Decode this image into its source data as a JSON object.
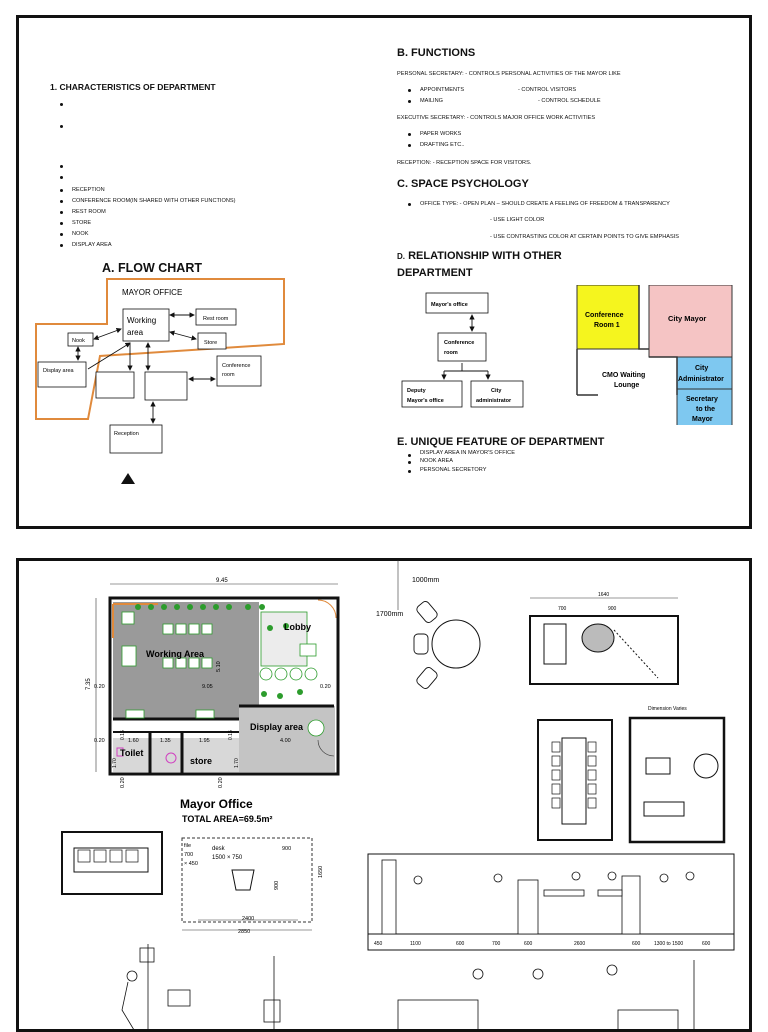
{
  "characteristics": {
    "title": "1. CHARACTERISTICS OF DEPARTMENT",
    "items": [
      "RECEPTION",
      "CONFERENCE ROOM(IN SHARED WITH OTHER FUNCTIONS)",
      "REST ROOM",
      "STORE",
      "NOOK",
      "DISPLAY AREA"
    ]
  },
  "flow_chart": {
    "title": "A. FLOW CHART",
    "boundary_label": "MAYOR OFFICE",
    "nodes": {
      "working_area_line1": "Working",
      "working_area_line2": "area",
      "rest_room": "Rest room",
      "store": "Store",
      "nook": "Nook",
      "display_area": "Display area",
      "conference_line1": "Conference",
      "conference_line2": "room",
      "reception": "Reception"
    },
    "colors": {
      "boundary": "#e08a3c"
    }
  },
  "functions": {
    "title": "B. FUNCTIONS",
    "personal_secretary": "PERSONAL SECRETARY: - CONTROLS PERSONAL ACTIVITIES OF THE MAYOR LIKE",
    "ps_items": [
      {
        "left": "APPOINTMENTS",
        "right": "- CONTROL VISITORS"
      },
      {
        "left": "MAILING",
        "right": "- CONTROL SCHEDULE"
      }
    ],
    "executive_secretary": "EXECUTIVE SECRETARY: - CONTROLS MAJOR OFFICE WORK ACTIVITIES",
    "es_items": [
      "PAPER WORKS",
      "DRAFTING ETC.."
    ],
    "reception": "RECEPTION: - RECEPTION SPACE FOR VISITORS."
  },
  "space_psychology": {
    "title": "C. SPACE PSYCHOLOGY",
    "item": "OFFICE TYPE: - OPEN PLAN – SHOULD CREATE A FEELING OF FREEDOM & TRANSPARENCY",
    "note1": "- USE LIGHT COLOR",
    "note2": "- USE CONTRASTING COLOR AT CERTAIN POINTS TO GIVE EMPHASIS"
  },
  "relationship": {
    "title_prefix": "D.",
    "title_line1": "RELATIONSHIP WITH OTHER",
    "title_line2": "DEPARTMENT",
    "nodes": {
      "mayors_office": "Mayor's office",
      "conference_line1": "Conference",
      "conference_line2": "room",
      "deputy_line1": "Deputy",
      "deputy_line2": "Mayor's office",
      "city_admin_line1": "City",
      "city_admin_line2": "administrator"
    },
    "plan": {
      "conference_line1": "Conference",
      "conference_line2": "Room 1",
      "city_mayor": "City Mayor",
      "cmo_line1": "CMO Waiting",
      "cmo_line2": "Lounge",
      "city_admin_line1": "City",
      "city_admin_line2": "Administrator",
      "secretary_line1": "Secretary",
      "secretary_line2": "to the",
      "secretary_line3": "Mayor",
      "colors": {
        "conference": "#f5f51e",
        "city_mayor": "#f5c4c4",
        "city_admin": "#7ec8f0"
      }
    }
  },
  "unique_feature": {
    "title": "E. UNIQUE FEATURE OF DEPARTMENT",
    "items": [
      "DISPLAY AREA IN MAYOR'S OFFICE",
      "NOOK AREA",
      "PERSONAL SECRETORY"
    ]
  },
  "floor_plan": {
    "top_dim": "9.45",
    "left_dim": "7.35",
    "inner_dim": "9.05",
    "vert_dim": "5.10",
    "edge_dim_left": "0.20",
    "edge_dim_right": "0.20",
    "row_dim_a": "0.20",
    "row_dim_b": "1.60",
    "row_dim_c": "1.35",
    "row_dim_d": "1.95",
    "row_dim_e": "4.00",
    "small_a": "0.15",
    "small_b": "0.15",
    "bottom_dim_a": "0.20",
    "bottom_dim_b": "0.20",
    "side_a": "1.70",
    "side_b": "1.70",
    "rooms": {
      "working_area": "Working Area",
      "lobby": "Lobby",
      "display_area": "Display area",
      "toilet": "Toilet",
      "store": "store"
    },
    "title": "Mayor Office",
    "area": "TOTAL AREA=69.5m²",
    "colors": {
      "grey": "#9a9a9a",
      "furniture": "#2c9c2c",
      "orange": "#e08a3c",
      "pink": "#d040c0"
    }
  },
  "standards": {
    "dim_1000": "1000mm",
    "dim_1700": "1700mm",
    "desk_line1": "file",
    "desk_line2": "700",
    "desk_line3": "× 450",
    "desk_label": "desk",
    "desk_size": "1500 × 750",
    "dim_900": "900",
    "dim_1650": "1650",
    "dim_900b": "900",
    "dim_2400": "2400",
    "dim_2850": "2850",
    "dim_1640": "1640",
    "dim_700": "700",
    "dim_900c": "900",
    "dimension_varies": "Dimension Varies",
    "elev_dims": [
      "450",
      "1100",
      "600",
      "700",
      "600",
      "2600",
      "600",
      "1300 to 1500",
      "600"
    ]
  }
}
